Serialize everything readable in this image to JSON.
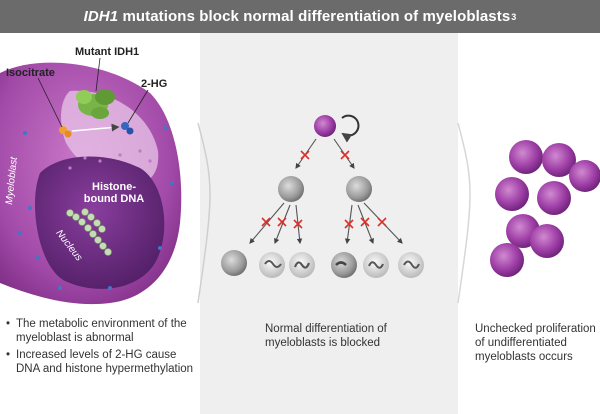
{
  "header": {
    "title_italic": "IDH1",
    "title_rest": " mutations block normal differentiation of myeloblasts",
    "ref": "3"
  },
  "left_panel": {
    "labels": {
      "mutant_idh1": "Mutant IDH1",
      "isocitrate": "Isocitrate",
      "two_hg": "2-HG",
      "myeloblast": "Myeloblast",
      "histone_dna": "Histone-bound DNA",
      "nucleus": "Nucleus"
    },
    "bullets": [
      "The metabolic environment of the myeloblast is abnormal",
      "Increased levels of 2-HG cause DNA and histone hypermethylation"
    ]
  },
  "middle_panel": {
    "caption": "Normal differentiation of myeloblasts is blocked"
  },
  "right_panel": {
    "caption": "Unchecked proliferation of undifferentiated myeloblasts occurs"
  },
  "colors": {
    "header_bg": "#6b6b6b",
    "cell_purple": "#a24aa8",
    "blocked_x": "#d9302c",
    "panel_gray": "#efefef"
  }
}
